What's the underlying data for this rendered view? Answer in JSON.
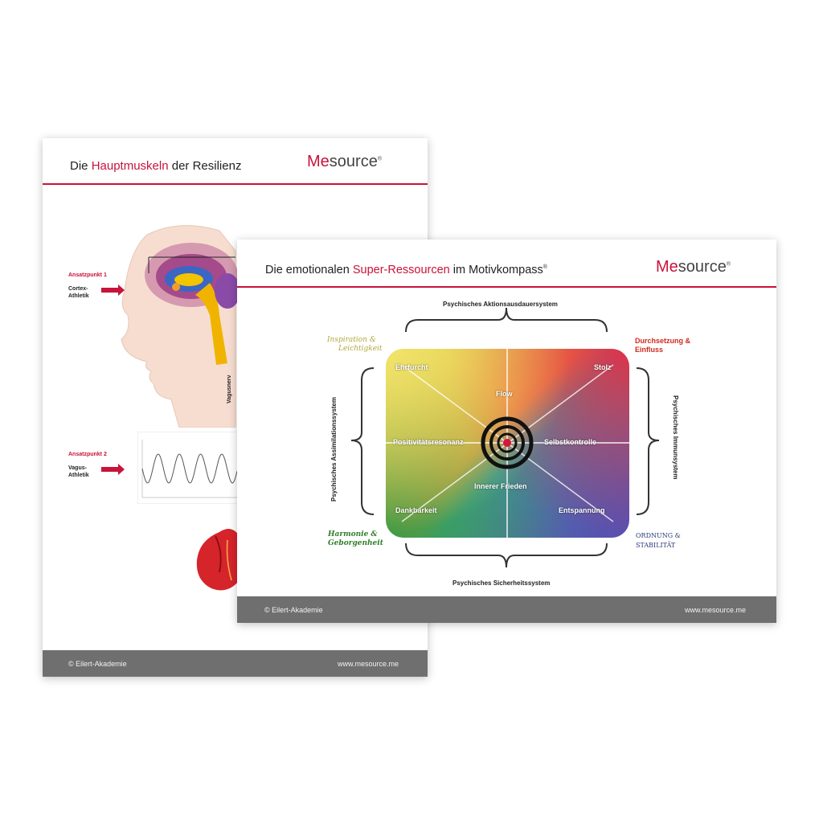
{
  "back_sheet": {
    "title_pre": "Die ",
    "title_highlight": "Hauptmuskeln",
    "title_post": " der Resilienz",
    "logo_me": "Me",
    "logo_source": "source",
    "logo_reg": "®",
    "point1_label": "Ansatzpunkt 1",
    "point1_line1": "Cortex-",
    "point1_line2": "Athletik",
    "point2_label": "Ansatzpunkt 2",
    "point2_line1": "Vagus-",
    "point2_line2": "Athletik",
    "vagus_nerve_label": "Vagusnerv",
    "footer_left": "© Eilert-Akademie",
    "footer_right": "www.mesource.me"
  },
  "front_sheet": {
    "title_pre": "Die emotionalen ",
    "title_highlight": "Super-Ressourcen",
    "title_post": " im Motivkompass",
    "title_reg": "®",
    "logo_me": "Me",
    "logo_source": "source",
    "logo_reg": "®",
    "system_top": "Psychisches Aktionsausdauersystem",
    "system_bottom": "Psychisches Sicherheitssystem",
    "system_left": "Psychisches Assimilationssystem",
    "system_right": "Psychisches Immunsystem",
    "corner_top_left_1": "Inspiration &",
    "corner_top_left_2": "Leichtigkeit",
    "corner_top_right_1": "Durchsetzung &",
    "corner_top_right_2": "Einfluss",
    "corner_bottom_left_1": "Harmonie &",
    "corner_bottom_left_2": "Geborgenheit",
    "corner_bottom_right_1": "ORDNUNG &",
    "corner_bottom_right_2": "STABILITÄT",
    "labels": {
      "ehrfurcht": "Ehrfurcht",
      "stolz": "Stolz",
      "flow": "Flow",
      "positivitaet": "Positivitätsresonanz",
      "selbstkontrolle": "Selbstkontrolle",
      "innerer_frieden": "Innerer Frieden",
      "dankbarkeit": "Dankbarkeit",
      "entspannung": "Entspannung"
    },
    "footer_left": "© Eilert-Akademie",
    "footer_right": "www.mesource.me"
  },
  "colors": {
    "accent": "#c8133a",
    "footer_gray": "#6f6f6f"
  }
}
